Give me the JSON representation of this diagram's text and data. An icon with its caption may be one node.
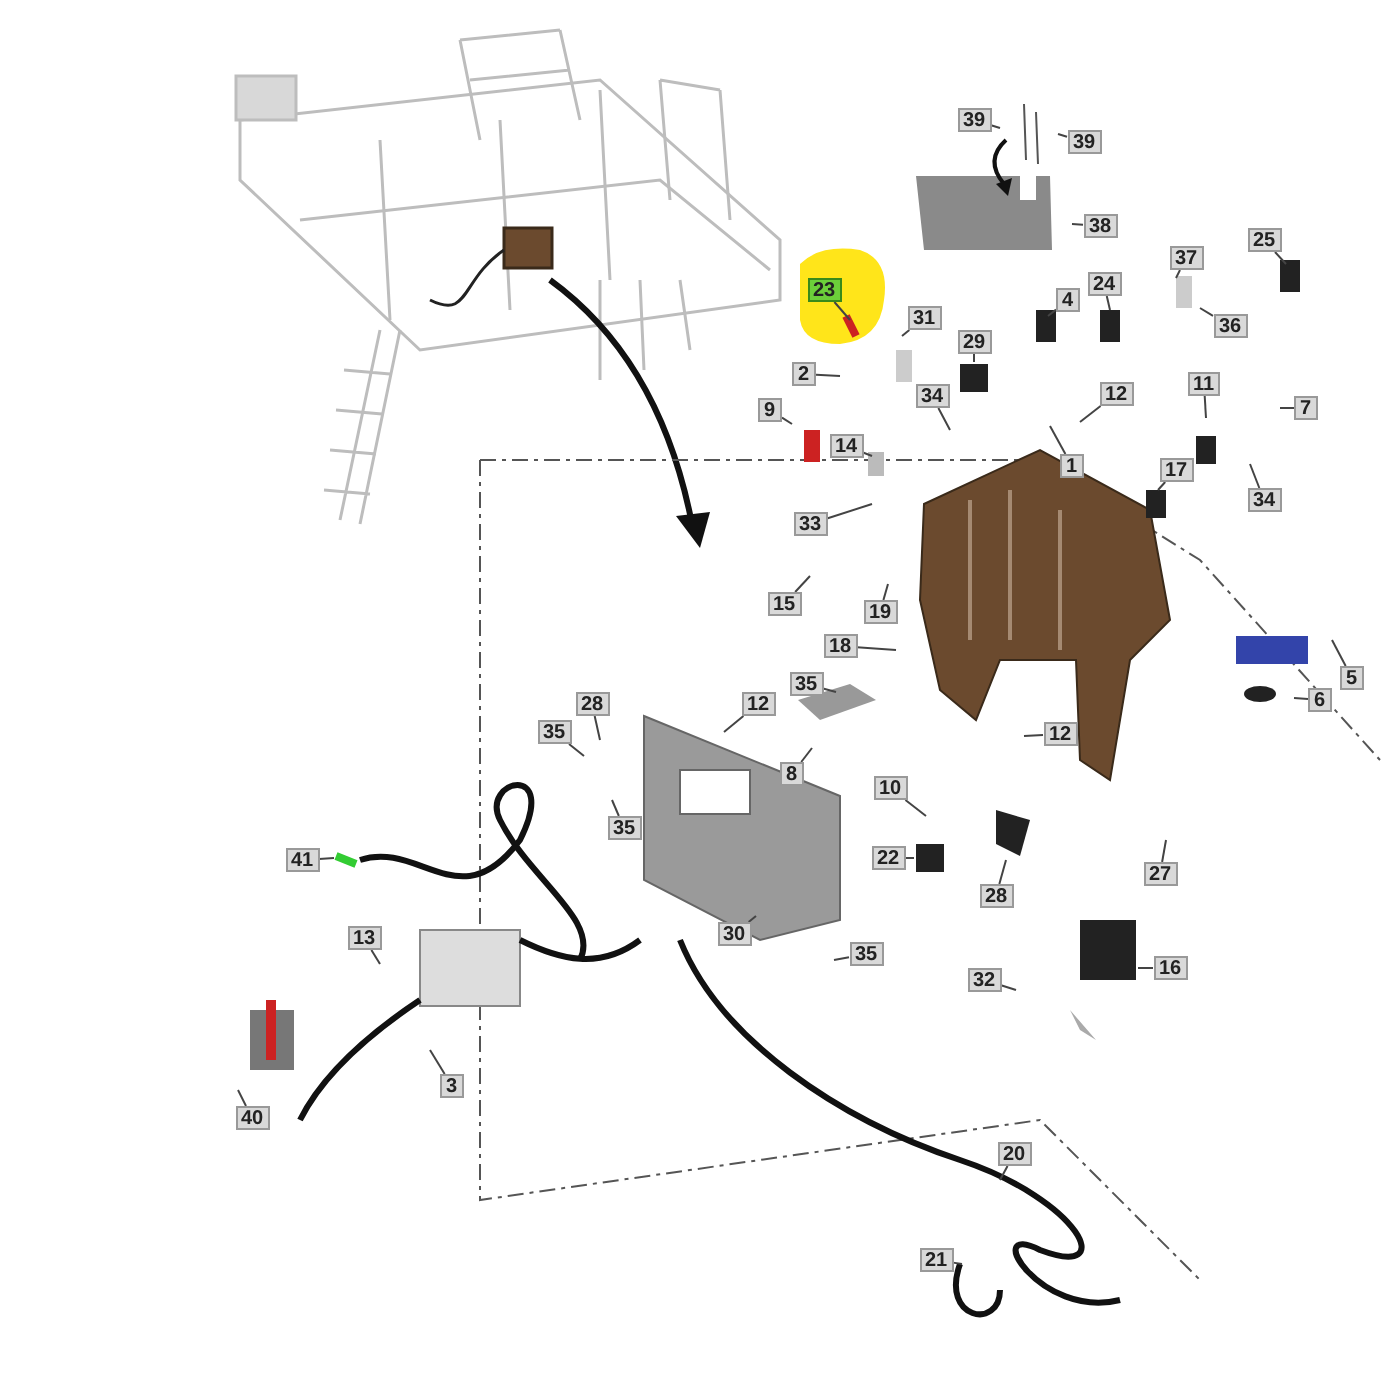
{
  "diagram": {
    "nodes": [
      {
        "text": [
          "39"
        ]
      },
      {
        "text": [
          "39"
        ]
      },
      {
        "text": [
          "38"
        ]
      },
      {
        "text": [
          "25"
        ]
      },
      {
        "text": [
          "37"
        ]
      },
      {
        "text": [
          "23"
        ]
      },
      {
        "text": [
          "24"
        ]
      },
      {
        "text": [
          "4"
        ]
      },
      {
        "text": [
          "36"
        ]
      },
      {
        "text": [
          "31"
        ]
      },
      {
        "text": [
          "29"
        ]
      },
      {
        "text": [
          "2"
        ]
      },
      {
        "text": [
          "34"
        ]
      },
      {
        "text": [
          "11"
        ]
      },
      {
        "text": [
          "12"
        ]
      },
      {
        "text": [
          "7"
        ]
      },
      {
        "text": [
          "9"
        ]
      },
      {
        "text": [
          "14"
        ]
      },
      {
        "text": [
          "1"
        ]
      },
      {
        "text": [
          "17"
        ]
      },
      {
        "text": [
          "34"
        ]
      },
      {
        "text": [
          "33"
        ]
      },
      {
        "text": [
          "15"
        ]
      },
      {
        "text": [
          "19"
        ]
      },
      {
        "text": [
          "18"
        ]
      },
      {
        "text": [
          "6"
        ]
      },
      {
        "text": [
          "5"
        ]
      },
      {
        "text": [
          "35"
        ]
      },
      {
        "text": [
          "12"
        ]
      },
      {
        "text": [
          "28"
        ]
      },
      {
        "text": [
          "35"
        ]
      },
      {
        "text": [
          "12"
        ]
      },
      {
        "text": [
          "8"
        ]
      },
      {
        "text": [
          "10"
        ]
      },
      {
        "text": [
          "35"
        ]
      },
      {
        "text": [
          "41"
        ]
      },
      {
        "text": [
          "22"
        ]
      },
      {
        "text": [
          "27"
        ]
      },
      {
        "text": [
          "28"
        ]
      },
      {
        "text": [
          "13"
        ]
      },
      {
        "text": [
          "30"
        ]
      },
      {
        "text": [
          "35"
        ]
      },
      {
        "text": [
          "16"
        ]
      },
      {
        "text": [
          "32"
        ]
      },
      {
        "text": [
          "3"
        ]
      },
      {
        "text": [
          "40"
        ]
      },
      {
        "text": [
          "20"
        ]
      },
      {
        "text": [
          "21"
        ]
      }
    ],
    "edges": [
      {
        "from": 0,
        "to": null,
        "arrow": "none"
      },
      {
        "from": 1,
        "to": null,
        "arrow": "none"
      },
      {
        "from": 2,
        "to": null,
        "arrow": "none"
      },
      {
        "from": 3,
        "to": null,
        "arrow": "none"
      },
      {
        "from": 4,
        "to": null,
        "arrow": "none"
      },
      {
        "from": 5,
        "to": null,
        "arrow": "none"
      },
      {
        "from": 6,
        "to": null,
        "arrow": "none"
      },
      {
        "from": 7,
        "to": null,
        "arrow": "none"
      },
      {
        "from": 8,
        "to": null,
        "arrow": "none"
      },
      {
        "from": 9,
        "to": null,
        "arrow": "none"
      },
      {
        "from": 10,
        "to": null,
        "arrow": "none"
      },
      {
        "from": 11,
        "to": null,
        "arrow": "none"
      },
      {
        "from": 12,
        "to": null,
        "arrow": "none"
      },
      {
        "from": 13,
        "to": null,
        "arrow": "none"
      },
      {
        "from": 14,
        "to": null,
        "arrow": "none"
      },
      {
        "from": 15,
        "to": null,
        "arrow": "none"
      },
      {
        "from": 16,
        "to": null,
        "arrow": "none"
      },
      {
        "from": 17,
        "to": null,
        "arrow": "none"
      },
      {
        "from": 18,
        "to": null,
        "arrow": "none"
      },
      {
        "from": 19,
        "to": null,
        "arrow": "none"
      },
      {
        "from": 20,
        "to": null,
        "arrow": "none"
      },
      {
        "from": 21,
        "to": null,
        "arrow": "none"
      },
      {
        "from": 22,
        "to": null,
        "arrow": "none"
      },
      {
        "from": 23,
        "to": null,
        "arrow": "none"
      },
      {
        "from": 24,
        "to": null,
        "arrow": "none"
      },
      {
        "from": 25,
        "to": null,
        "arrow": "none"
      },
      {
        "from": 26,
        "to": null,
        "arrow": "none"
      },
      {
        "from": 27,
        "to": null,
        "arrow": "none"
      },
      {
        "from": 28,
        "to": null,
        "arrow": "none"
      },
      {
        "from": 29,
        "to": null,
        "arrow": "none"
      },
      {
        "from": 30,
        "to": null,
        "arrow": "none"
      },
      {
        "from": 31,
        "to": null,
        "arrow": "none"
      },
      {
        "from": 32,
        "to": null,
        "arrow": "none"
      },
      {
        "from": 33,
        "to": null,
        "arrow": "none"
      },
      {
        "from": 34,
        "to": null,
        "arrow": "none"
      },
      {
        "from": 35,
        "to": null,
        "arrow": "none"
      },
      {
        "from": 36,
        "to": null,
        "arrow": "none"
      },
      {
        "from": 37,
        "to": null,
        "arrow": "none"
      },
      {
        "from": 38,
        "to": null,
        "arrow": "none"
      },
      {
        "from": 39,
        "to": null,
        "arrow": "none"
      },
      {
        "from": 40,
        "to": null,
        "arrow": "none"
      },
      {
        "from": 41,
        "to": null,
        "arrow": "none"
      },
      {
        "from": 42,
        "to": null,
        "arrow": "none"
      },
      {
        "from": 43,
        "to": null,
        "arrow": "none"
      },
      {
        "from": 44,
        "to": null,
        "arrow": "none"
      },
      {
        "from": 45,
        "to": null,
        "arrow": "none"
      },
      {
        "from": 46,
        "to": null,
        "arrow": "none"
      },
      {
        "from": 47,
        "to": null,
        "arrow": "none"
      }
    ]
  }
}
